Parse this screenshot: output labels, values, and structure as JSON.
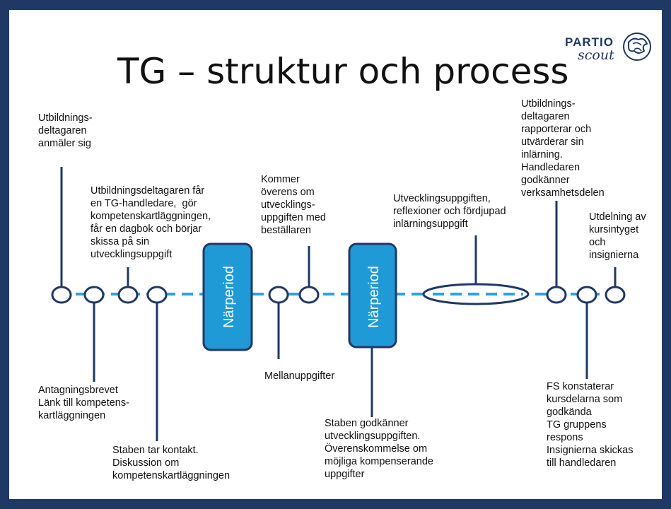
{
  "title": "TG – struktur och process",
  "logo": {
    "word1": "PARTIO",
    "word2": "scout",
    "icon": "scout-emblem-icon"
  },
  "periods": [
    "Närperiod",
    "Närperiod"
  ],
  "labels": {
    "anmaler": "Utbildnings-\ndeltagaren\nanmäler sig",
    "handledare": "Utbildningsdeltagaren får\nen TG-handledare,  gör\nkompetenskartläggningen,\nfår en dagbok och börjar\nskissa på sin\nutvecklingsuppgift",
    "overens": "Kommer\növerens om\nutvecklings-\nuppgiften med\nbeställaren",
    "utveckling": "Utvecklingsuppgiften,\nreflexioner och fördjupad\ninlärningsuppgift",
    "rapporterar": "Utbildnings-\ndeltagaren\nrapporterar och\nutvärderar sin\ninlärning.\nHandledaren\ngodkänner\nverksamhetsdelen",
    "utdelning": "Utdelning av\nkursintyget\noch\ninsignierna",
    "antagning": "Antagningsbrevet\nLänk till kompetens-\nkartläggningen",
    "kontakt": "Staben tar kontakt.\nDiskussion om\nkompetenskartläggningen",
    "mellan": "Mellanuppgifter",
    "godkanner": "Staben godkänner\nutvecklingsuppgiften.\nÖverenskommelse om\nmöjliga kompenserande\nuppgifter",
    "fs": "FS konstaterar\nkursdelarna som\ngodkända\nTG gruppens\nrespons\nInsignierna skickas\ntill handledaren"
  }
}
